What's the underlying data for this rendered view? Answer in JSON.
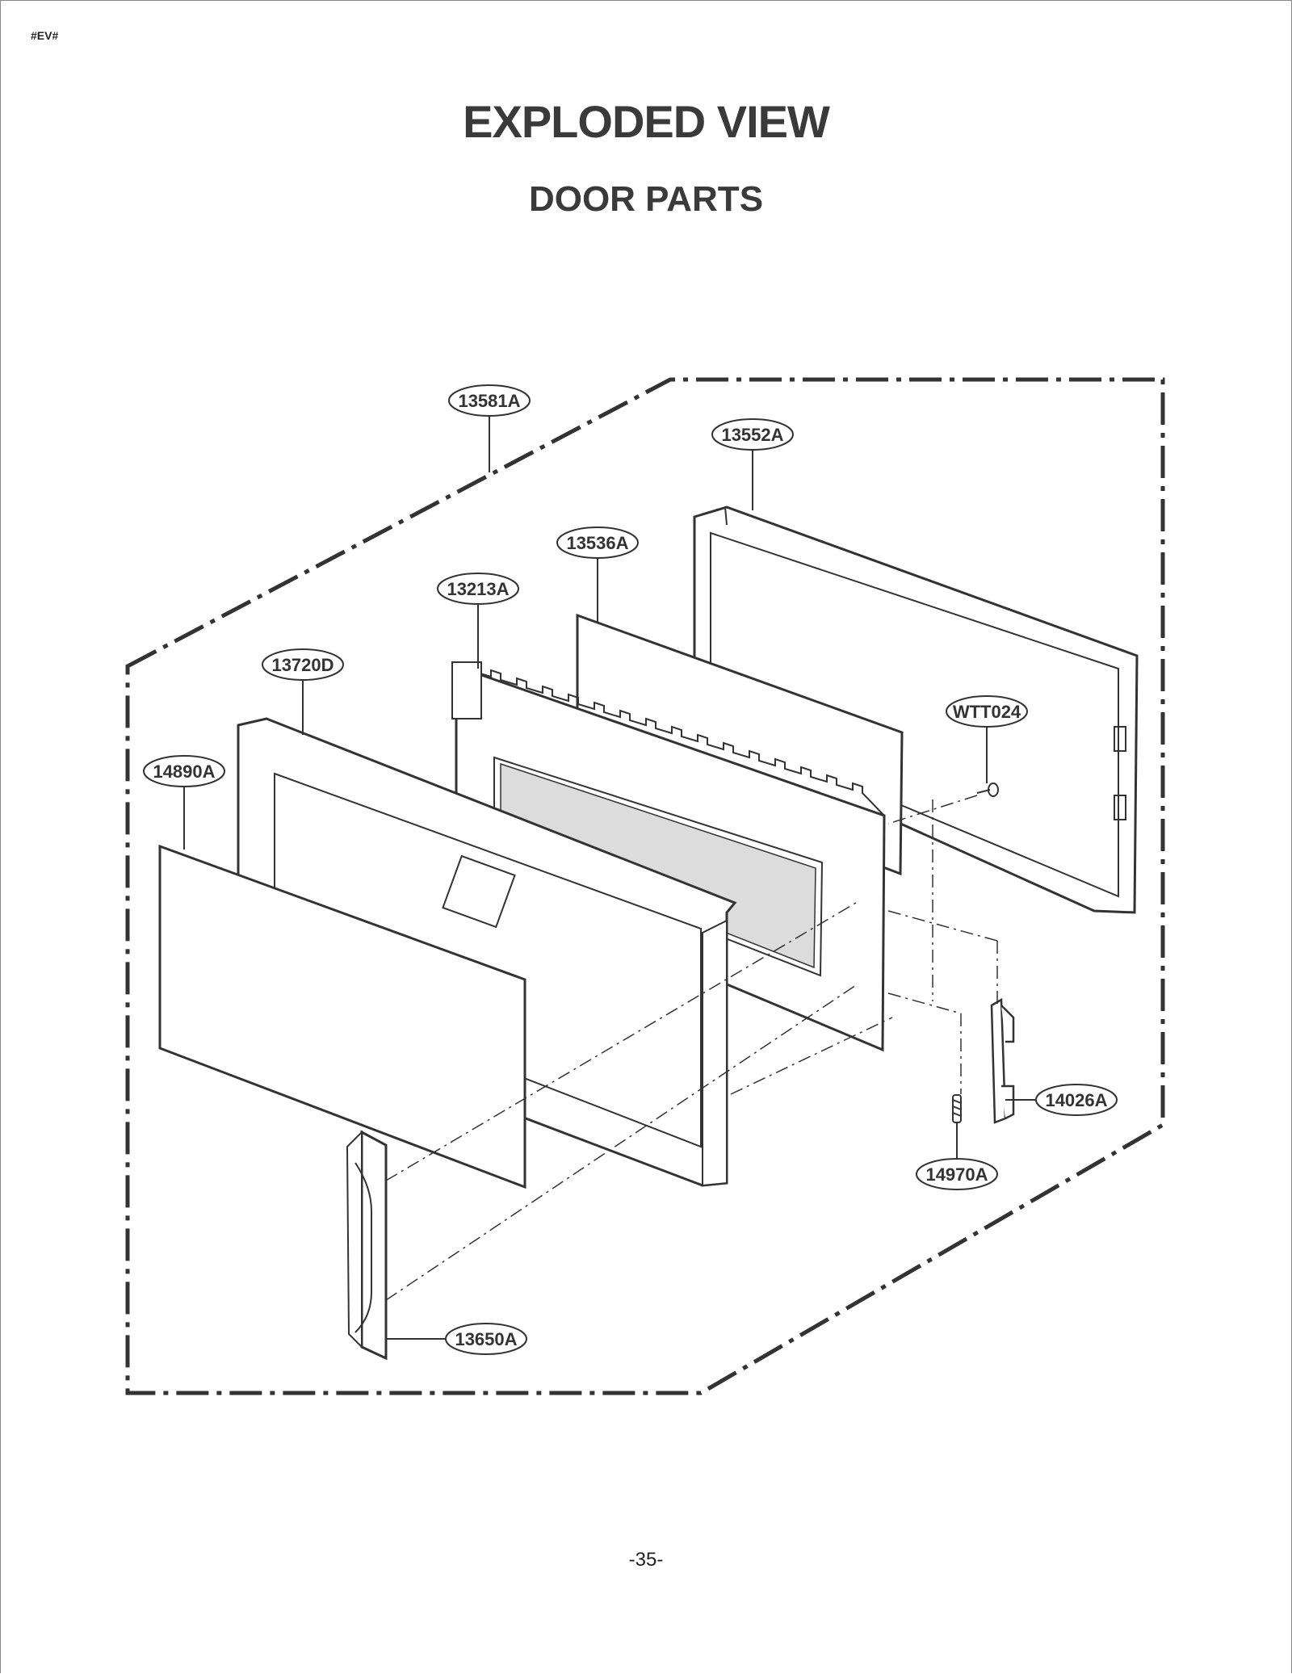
{
  "header": {
    "tag": "#EV#"
  },
  "title": "EXPLODED VIEW",
  "subtitle": "DOOR PARTS",
  "page_number": "-35-",
  "callouts": [
    {
      "id": "13581A"
    },
    {
      "id": "13552A"
    },
    {
      "id": "13536A"
    },
    {
      "id": "13213A"
    },
    {
      "id": "13720D"
    },
    {
      "id": "14890A"
    },
    {
      "id": "WTT024"
    },
    {
      "id": "14026A"
    },
    {
      "id": "14970A"
    },
    {
      "id": "13650A"
    }
  ]
}
